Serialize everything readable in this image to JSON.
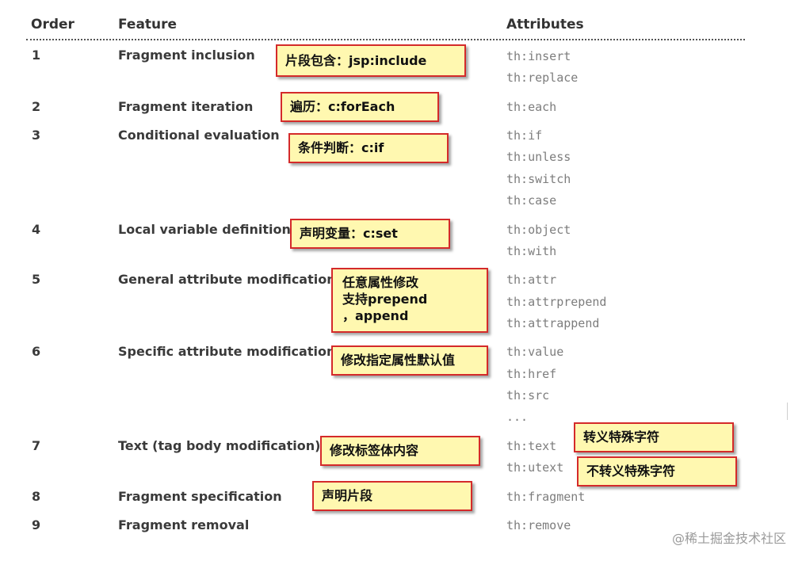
{
  "headers": {
    "order": "Order",
    "feature": "Feature",
    "attributes": "Attributes"
  },
  "rows": [
    {
      "order": "1",
      "feature": "Fragment inclusion",
      "attrs": [
        "th:insert",
        "th:replace"
      ],
      "notes": [
        "片段包含：jsp:include"
      ]
    },
    {
      "order": "2",
      "feature": "Fragment iteration",
      "attrs": [
        "th:each"
      ],
      "notes": [
        "遍历：c:forEach"
      ]
    },
    {
      "order": "3",
      "feature": "Conditional evaluation",
      "attrs": [
        "th:if",
        "th:unless",
        "th:switch",
        "th:case"
      ],
      "notes": [
        "条件判断：c:if"
      ]
    },
    {
      "order": "4",
      "feature": "Local variable definition",
      "attrs": [
        "th:object",
        "th:with"
      ],
      "notes": [
        "声明变量：c:set"
      ]
    },
    {
      "order": "5",
      "feature": "General attribute modification",
      "attrs": [
        "th:attr",
        "th:attrprepend",
        "th:attrappend"
      ],
      "notes": [
        "任意属性修改",
        "支持prepend",
        "，append"
      ]
    },
    {
      "order": "6",
      "feature": "Specific attribute modification",
      "attrs": [
        "th:value",
        "th:href",
        "th:src",
        "..."
      ],
      "notes": [
        "修改指定属性默认值"
      ]
    },
    {
      "order": "7",
      "feature": "Text (tag body modification)",
      "attrs": [
        "th:text",
        "th:utext"
      ],
      "notes": [
        "修改标签体内容",
        "转义特殊字符",
        "不转义特殊字符"
      ]
    },
    {
      "order": "8",
      "feature": "Fragment specification",
      "attrs": [
        "th:fragment"
      ],
      "notes": [
        "声明片段"
      ]
    },
    {
      "order": "9",
      "feature": "Fragment removal",
      "attrs": [
        "th:remove"
      ],
      "notes": []
    }
  ],
  "watermark": "@稀土掘金技术社区",
  "colors": {
    "note_bg": "#fff8b0",
    "note_border": "#d42a2a",
    "attr_text": "#7d7d7d",
    "header_text": "#333333"
  }
}
